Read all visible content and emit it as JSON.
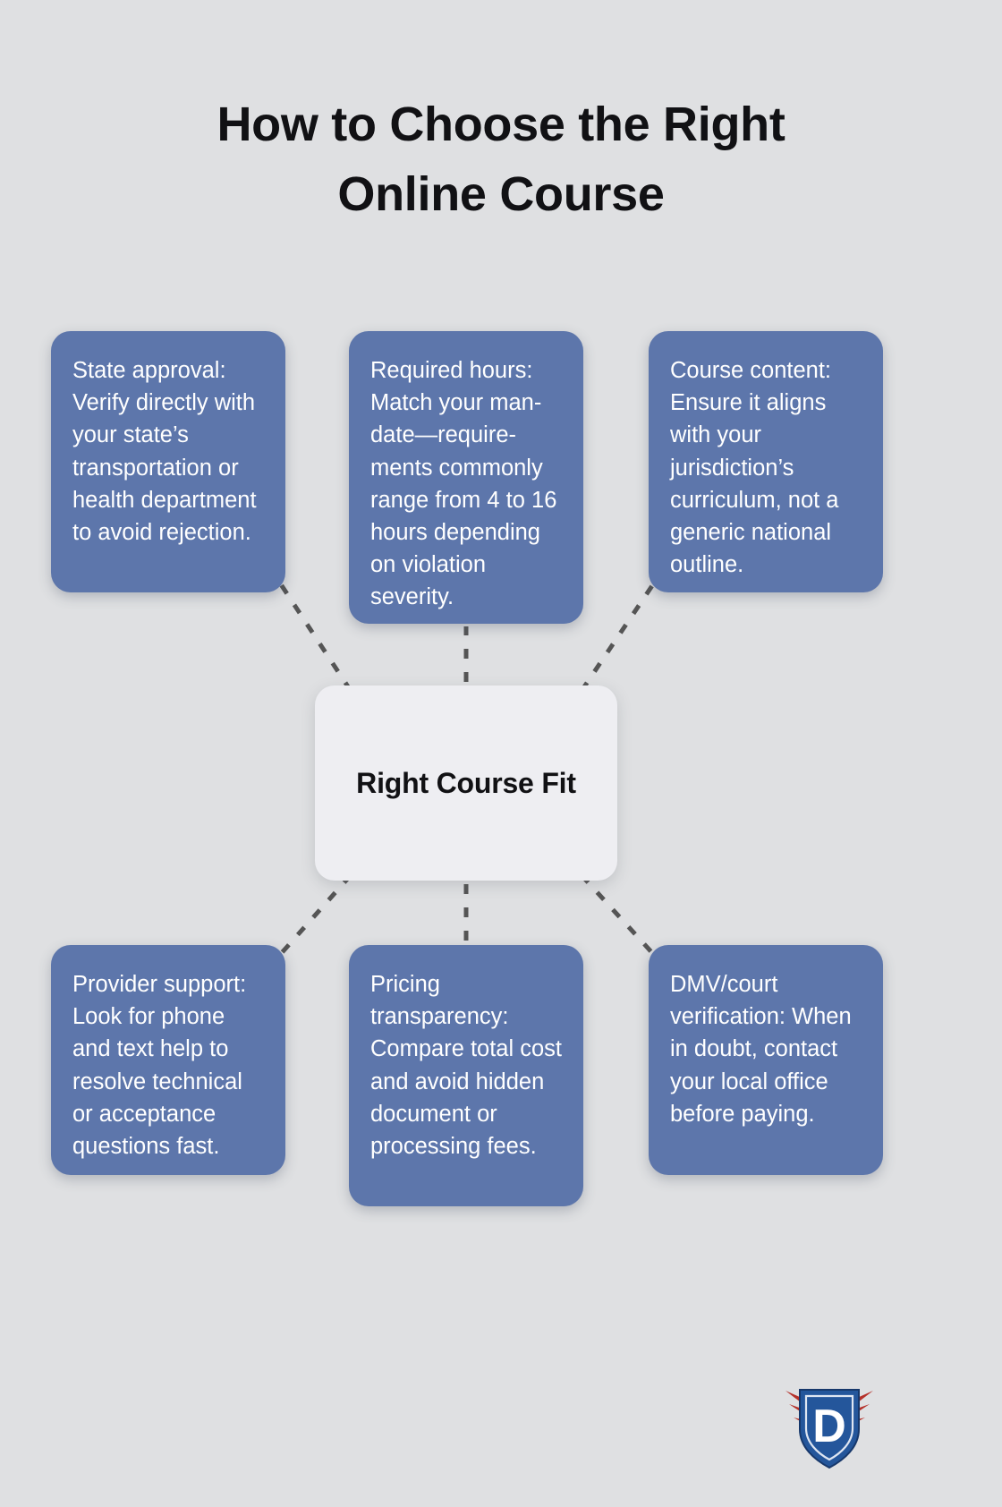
{
  "page": {
    "title": "How to Choose the Right\nOnline Course",
    "background_color": "#dfe0e2"
  },
  "center": {
    "label": "Right Course Fit",
    "background_color": "#eeeef2",
    "text_color": "#111114"
  },
  "style": {
    "card_color": "#5d76ab",
    "card_text_color": "#ffffff",
    "connector_color": "#555555",
    "logo_shield_color": "#1f4f8f",
    "logo_wing_color": "#b5312a",
    "logo_letter_color": "#ffffff"
  },
  "cards": [
    {
      "id": "state-approval",
      "position": "top-left",
      "text": "State approval: Verify directly with your state’s transportation or health department to avoid rejection."
    },
    {
      "id": "required-hours",
      "position": "top-center",
      "text": "Required hours: Match your man-date—require-ments commonly range from 4 to 16 hours depending on violation severity."
    },
    {
      "id": "course-content",
      "position": "top-right",
      "text": "Course content: Ensure it aligns with your jurisdiction’s curriculum, not a generic national outline."
    },
    {
      "id": "provider-support",
      "position": "bottom-left",
      "text": "Provider support: Look for phone and text help to resolve technical or acceptance questions fast."
    },
    {
      "id": "pricing-transparency",
      "position": "bottom-center",
      "text": "Pricing transparency: Compare total cost and avoid hidden document or processing fees."
    },
    {
      "id": "dmv-court-verification",
      "position": "bottom-right",
      "text": "DMV/court verification: When in doubt, contact your local office before paying."
    }
  ],
  "logo": {
    "letter": "D",
    "name": "shield-wings-logo"
  }
}
